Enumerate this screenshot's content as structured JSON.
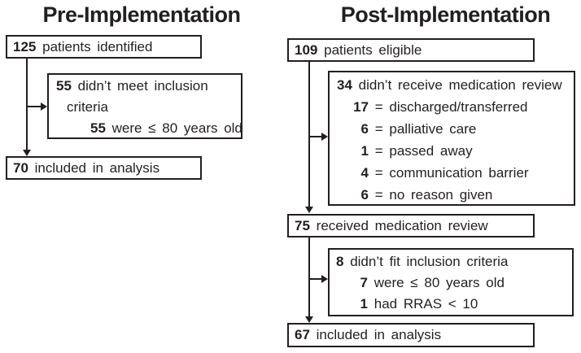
{
  "colors": {
    "ink": "#231f20",
    "background": "#ffffff"
  },
  "pre": {
    "title": "Pre-Implementation",
    "identified": {
      "num": "125",
      "text": "patients identified"
    },
    "excluded": {
      "num": "55",
      "line1": "didn’t meet inclusion",
      "line2": "criteria",
      "detail_num": "55",
      "detail_text": "were ≤ 80 years old"
    },
    "included": {
      "num": "70",
      "text": "included in analysis"
    }
  },
  "post": {
    "title": "Post-Implementation",
    "eligible": {
      "num": "109",
      "text": "patients eligible"
    },
    "no_review": {
      "num": "34",
      "header": "didn’t receive medication review",
      "items": [
        {
          "num": "17",
          "text": "= discharged/transferred"
        },
        {
          "num": "6",
          "text": "= palliative care"
        },
        {
          "num": "1",
          "text": "= passed away"
        },
        {
          "num": "4",
          "text": "= communication barrier"
        },
        {
          "num": "6",
          "text": "= no reason given"
        }
      ]
    },
    "review": {
      "num": "75",
      "text": "received medication review"
    },
    "excluded": {
      "num": "8",
      "header": "didn’t fit inclusion criteria",
      "items": [
        {
          "num": "7",
          "text": "were ≤ 80 years old"
        },
        {
          "num": "1",
          "text": "had RRAS < 10"
        }
      ]
    },
    "included": {
      "num": "67",
      "text": "included in analysis"
    }
  }
}
